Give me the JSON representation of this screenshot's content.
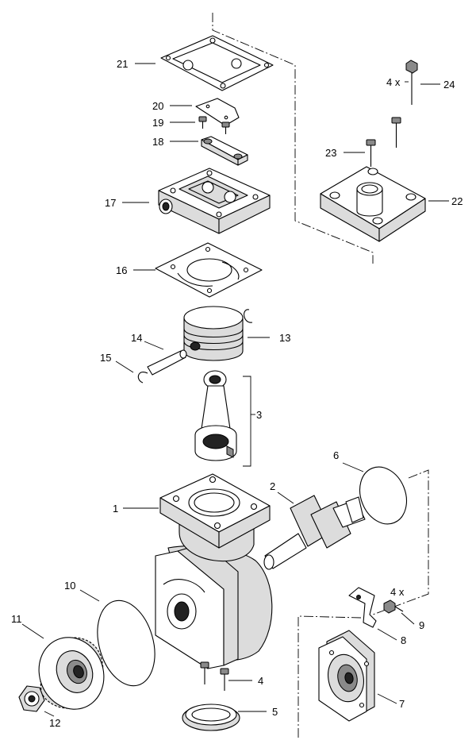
{
  "callouts": {
    "n1": "1",
    "n2": "2",
    "n3": "3",
    "n4a": "4",
    "n4b": "4 x",
    "n4c": "4 x",
    "n5": "5",
    "n6": "6",
    "n7": "7",
    "n8": "8",
    "n9": "9",
    "n10": "10",
    "n11": "11",
    "n12": "12",
    "n13": "13",
    "n14": "14",
    "n15": "15",
    "n16": "16",
    "n17": "17",
    "n18": "18",
    "n19": "19",
    "n20": "20",
    "n21": "21",
    "n22": "22",
    "n23": "23",
    "n24": "24"
  }
}
